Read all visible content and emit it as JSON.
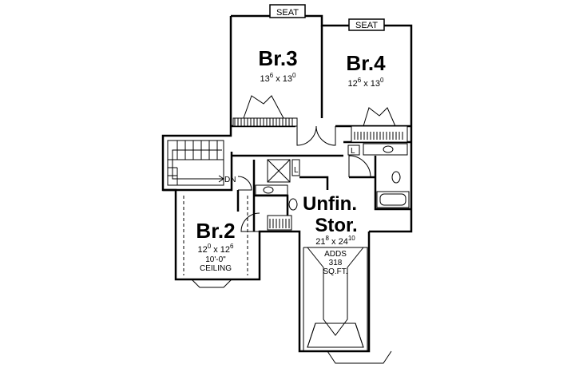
{
  "rooms": {
    "br3": {
      "name": "Br.3",
      "dim_a": "13",
      "dim_a_sup": "6",
      "sep": " x 13",
      "dim_b_sup": "0"
    },
    "br4": {
      "name": "Br.4",
      "dim_a": "12",
      "dim_a_sup": "6",
      "sep": " x 13",
      "dim_b_sup": "0"
    },
    "br2": {
      "name": "Br.2",
      "dim_a": "12",
      "dim_a_sup": "0",
      "sep": " x 12",
      "dim_b_sup": "6",
      "ceiling_line1": "10'-0\"",
      "ceiling_line2": "CEILING"
    },
    "storage": {
      "name_line1": "Unfin.",
      "name_line2": "Stor.",
      "dim_a": "21",
      "dim_a_sup": "8",
      "sep": " x 24",
      "dim_b_sup": "10",
      "adds_line1": "ADDS",
      "adds_line2": "318",
      "adds_line3": "SQ.FT."
    }
  },
  "labels": {
    "seat_left": "SEAT",
    "seat_right": "SEAT",
    "stairs_down": "DN",
    "linen_1": "L",
    "linen_2": "L"
  }
}
